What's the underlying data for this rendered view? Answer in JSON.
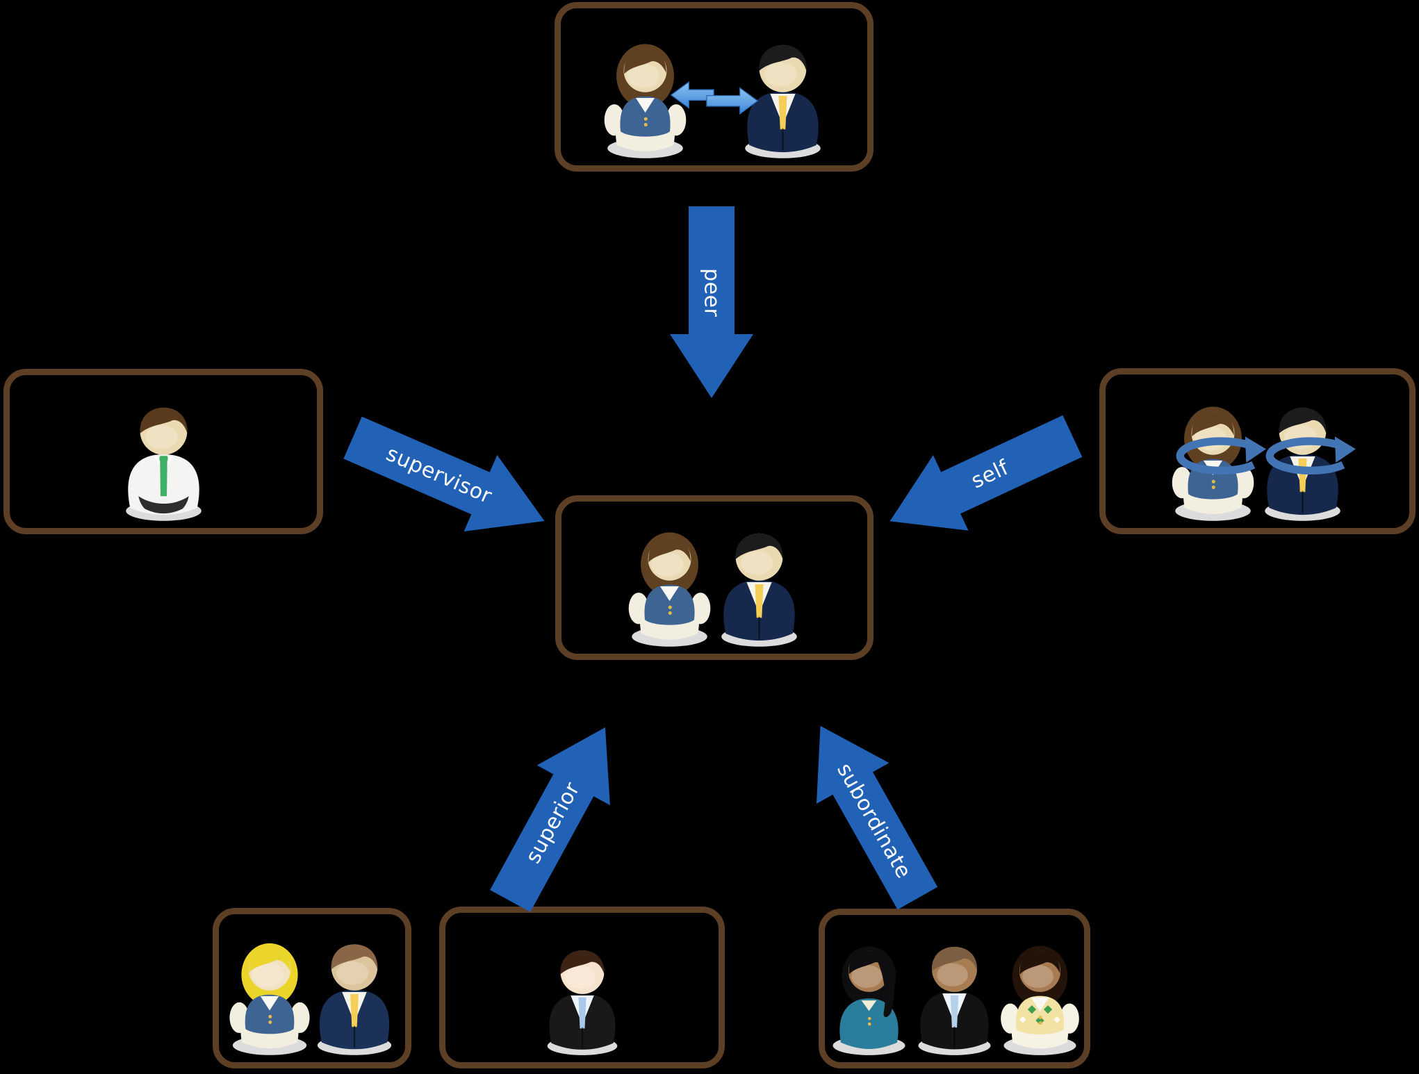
{
  "colors": {
    "background": "#000000",
    "box_border": "#5d3f25",
    "arrow": "#2161b6",
    "arrow_label": "#ffffff",
    "exchange_arrow_light": "#8fc6f2",
    "exchange_arrow_dark": "#3c85d6",
    "exchange_arrow_edge": "#2a66b0",
    "self_loop": "#4374b4"
  },
  "arrows": [
    {
      "id": "peer",
      "label": "peer",
      "from": "top-box",
      "to": "center-box"
    },
    {
      "id": "supervisor",
      "label": "supervisor",
      "from": "left-box",
      "to": "center-box"
    },
    {
      "id": "self",
      "label": "self",
      "from": "right-box",
      "to": "center-box"
    },
    {
      "id": "superior",
      "label": "superior",
      "from": "bottom-center-box",
      "to": "center-box"
    },
    {
      "id": "subordinate",
      "label": "subordinate",
      "from": "bottom-right-box",
      "to": "center-box"
    }
  ],
  "boxes": [
    {
      "id": "top-box",
      "people": [
        "woman-blue-vest",
        "man-navy-suit"
      ],
      "extra": "exchange-arrow"
    },
    {
      "id": "left-box",
      "people": [
        "man-green-tie"
      ]
    },
    {
      "id": "center-box",
      "people": [
        "woman-blue-vest",
        "man-navy-suit"
      ]
    },
    {
      "id": "right-box",
      "people": [
        "woman-blue-vest",
        "man-navy-suit"
      ],
      "extra": "self-loops"
    },
    {
      "id": "bottom-left-box",
      "people": [
        "woman-blonde",
        "man-brown-navy"
      ]
    },
    {
      "id": "bottom-center-box",
      "people": [
        "man-black-suit"
      ]
    },
    {
      "id": "bottom-right-box",
      "people": [
        "woman-teal",
        "man-black-suit-dark",
        "woman-argyle"
      ]
    }
  ],
  "people_palette": {
    "woman-blue-vest": {
      "kind": "woman",
      "hair": "#5f4122",
      "skin": "#e9dab2",
      "vest": "#3d6493",
      "blouse": "#f3efe0",
      "buttons": "#e3b84e"
    },
    "man-navy-suit": {
      "kind": "man",
      "hair": "#1c1c1e",
      "skin": "#e9dab2",
      "suit": "#16294d",
      "shirt": "#f5f3ea",
      "tie": "#f5ce57"
    },
    "man-green-tie": {
      "kind": "man-shirt",
      "hair": "#5a3a1c",
      "skin": "#e9dab2",
      "shirt": "#f4f4f2",
      "tie": "#3faf63",
      "pants": "#2e2e2e"
    },
    "woman-blonde": {
      "kind": "woman",
      "hair": "#ecd52b",
      "skin": "#f0e2c2",
      "vest": "#3d6493",
      "blouse": "#f3efe0",
      "buttons": "#e3b84e"
    },
    "man-brown-navy": {
      "kind": "man",
      "hair": "#8a6646",
      "skin": "#dcc49c",
      "suit": "#1b3157",
      "shirt": "#f5f3ea",
      "tie": "#f5ce57"
    },
    "man-black-suit": {
      "kind": "man",
      "hair": "#3c2313",
      "skin": "#f6e3cd",
      "suit": "#191919",
      "shirt": "#eef4fb",
      "tie": "#aac9e8"
    },
    "woman-teal": {
      "kind": "woman-top",
      "hair": "#0e0e10",
      "skin": "#a87c52",
      "top": "#2a7e9c",
      "buttons": "#e3b84e"
    },
    "man-black-suit-dark": {
      "kind": "man",
      "hair": "#7c5f42",
      "skin": "#a87c52",
      "suit": "#131313",
      "shirt": "#eef4fb",
      "tie": "#b4d0ea"
    },
    "woman-argyle": {
      "kind": "woman-argyle",
      "hair": "#241309",
      "skin": "#a87c52",
      "vest": "#f2e2a4",
      "blouse": "#f6f2e4",
      "buttons": "#e3b84e",
      "diamond": "#3f9e4f"
    }
  }
}
